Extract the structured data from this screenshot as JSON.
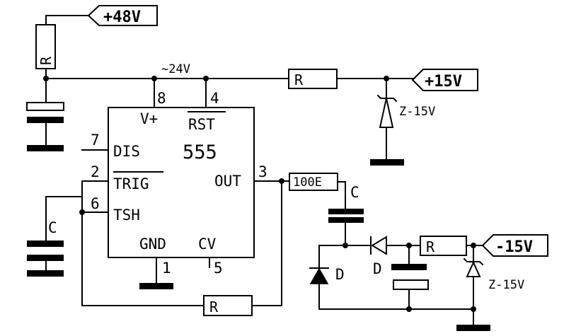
{
  "chip": {
    "name": "555",
    "pins": {
      "vplus": "V+",
      "rst": "RST",
      "dis": "DIS",
      "trig": "TRIG",
      "tsh": "TSH",
      "out": "OUT",
      "gnd": "GND",
      "cv": "CV"
    },
    "pin_numbers": {
      "p8": "8",
      "p4": "4",
      "p7": "7",
      "p2": "2",
      "p6": "6",
      "p3": "3",
      "p1": "1",
      "p5": "5"
    }
  },
  "rails": {
    "v48": "+48V",
    "v15": "+15V",
    "vneg15": "-15V",
    "v24": "~24V"
  },
  "components": {
    "r_top": "R",
    "r_mid": "R",
    "r_bot": "R",
    "r_right": "R",
    "r_100e": "100E",
    "c_left": "C",
    "c_pump": "C",
    "d_left": "D",
    "d_mid": "D",
    "zener_top": "Z-15V",
    "zener_bot": "Z-15V"
  }
}
